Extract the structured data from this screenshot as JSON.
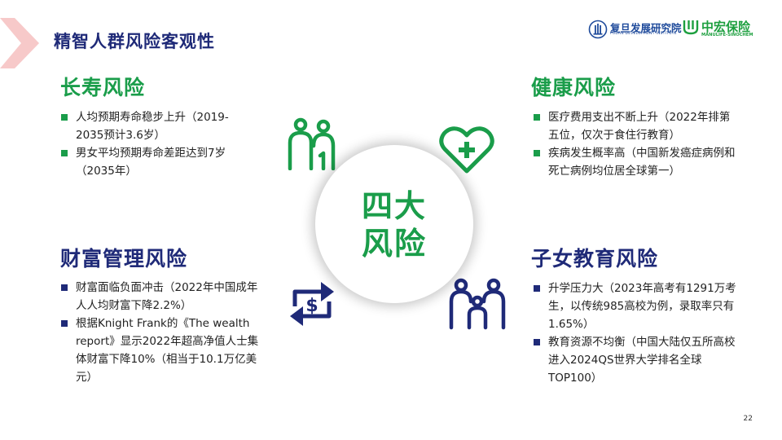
{
  "header": {
    "title": "精智人群风险客观性",
    "logo_fudan_cn": "复旦发展研究院",
    "logo_fudan_en": "FUDAN DEVELOPMENT INSTITUTE",
    "logo_zhonghong_cn": "中宏保险",
    "logo_zhonghong_en": "MANULIFE-SINOCHEM"
  },
  "center": {
    "line1": "四大",
    "line2": "风险"
  },
  "sections": {
    "longevity": {
      "title": "长寿风险",
      "items": [
        "人均预期寿命稳步上升（2019-2035预计3.6岁）",
        "男女平均预期寿命差距达到7岁（2035年）"
      ]
    },
    "health": {
      "title": "健康风险",
      "items": [
        "医疗费用支出不断上升（2022年排第五位，仅次于食住行教育）",
        "疾病发生概率高（中国新发癌症病例和死亡病例均位居全球第一）"
      ]
    },
    "wealth": {
      "title": "财富管理风险",
      "items": [
        "财富面临负面冲击（2022年中国成年人人均财富下降2.2%）",
        "根据Knight Frank的《The wealth report》显示2022年超高净值人士集体财富下降10%（相当于10.1万亿美元）"
      ]
    },
    "education": {
      "title": "子女教育风险",
      "items": [
        "升学压力大（2023年高考有1291万考生，以传统985高校为例，录取率只有1.65%）",
        "教育资源不均衡（中国大陆仅五所高校进入2024QS世界大学排名全球TOP100）"
      ]
    }
  },
  "colors": {
    "green": "#1a9d4a",
    "navy": "#1f2a78",
    "chevron": "#f7c9c9"
  },
  "icons": {
    "longevity": "elderly-couple-icon",
    "health": "heart-plus-icon",
    "wealth": "dollar-exchange-icon",
    "education": "family-icon"
  },
  "footer": {
    "page_number": "22"
  }
}
